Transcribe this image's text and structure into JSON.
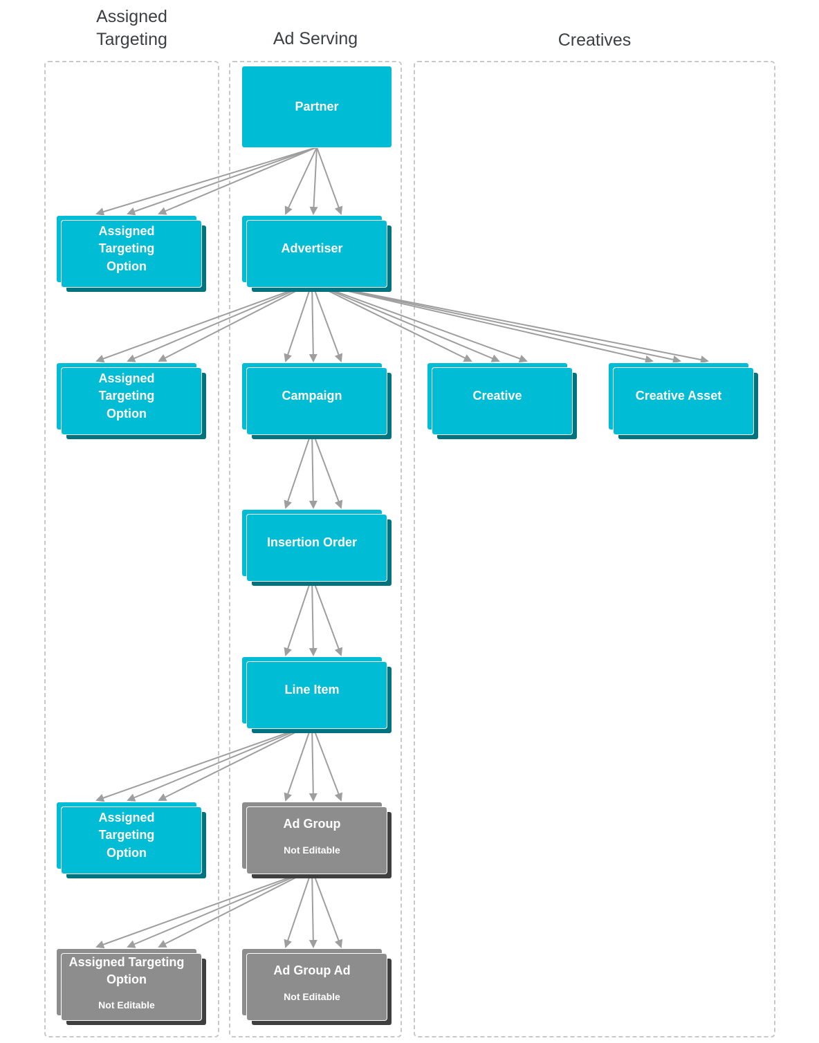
{
  "columns": {
    "assigned_targeting": {
      "title": "Assigned Targeting"
    },
    "ad_serving": {
      "title": "Ad Serving"
    },
    "creatives": {
      "title": "Creatives"
    }
  },
  "nodes": {
    "partner": {
      "label": "Partner"
    },
    "assigned_targeting_option_1": {
      "label": "Assigned Targeting Option"
    },
    "advertiser": {
      "label": "Advertiser"
    },
    "assigned_targeting_option_2": {
      "label": "Assigned Targeting Option"
    },
    "campaign": {
      "label": "Campaign"
    },
    "creative": {
      "label": "Creative"
    },
    "creative_asset": {
      "label": "Creative Asset"
    },
    "insertion_order": {
      "label": "Insertion Order"
    },
    "line_item": {
      "label": "Line Item"
    },
    "assigned_targeting_option_3": {
      "label": "Assigned Targeting Option"
    },
    "ad_group": {
      "label": "Ad Group",
      "sublabel": "Not Editable"
    },
    "assigned_targeting_option_4": {
      "label": "Assigned Targeting Option",
      "sublabel": "Not Editable"
    },
    "ad_group_ad": {
      "label": "Ad Group Ad",
      "sublabel": "Not Editable"
    }
  },
  "colors": {
    "node_teal": "#00bcd4",
    "node_teal_dark": "#00737f",
    "node_gray": "#8d8d8d",
    "node_gray_dark": "#3f3f3f",
    "arrow": "#9e9e9e",
    "title_text": "#3c4043",
    "node_text": "#ffffff"
  }
}
